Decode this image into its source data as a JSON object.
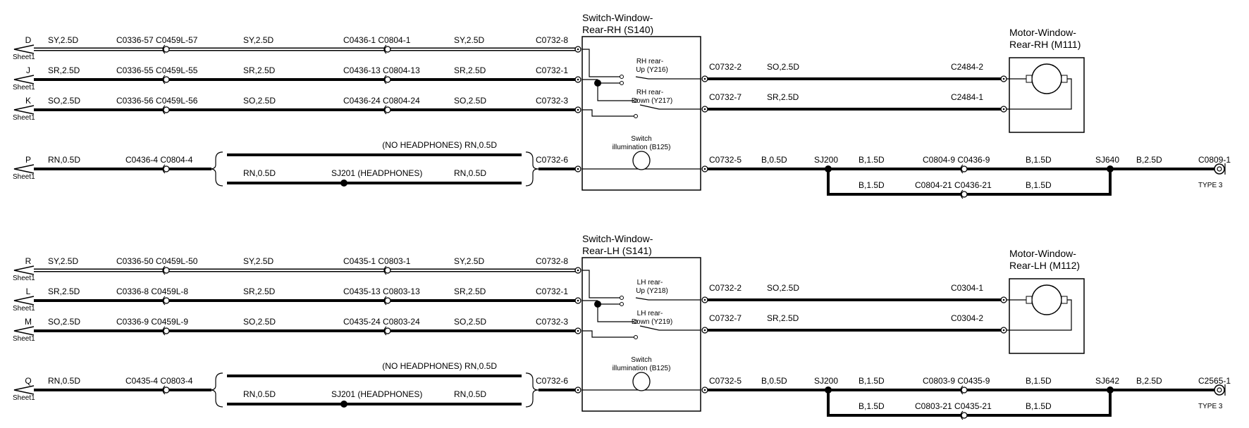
{
  "diagram": {
    "panels": [
      {
        "id": "rh",
        "switch": {
          "title_line1": "Switch-Window-",
          "title_line2": "Rear-RH (S140)",
          "up_label_1": "RH rear-",
          "up_label_2": "Up (Y216)",
          "down_label_1": "RH rear-",
          "down_label_2": "Down (Y217)",
          "illum_label_1": "Switch",
          "illum_label_2": "illumination (B125)"
        },
        "motor": {
          "title_line1": "Motor-Window-",
          "title_line2": "Rear-RH (M111)"
        },
        "rows": [
          {
            "letter": "D",
            "sheet": "Sheet1",
            "wire1": "SY,2.5D",
            "conn1": "C0336-57 C0459L-57",
            "wire2": "SY,2.5D",
            "conn2": "C0436-1 C0804-1",
            "wire3": "SY,2.5D",
            "conn3": "C0732-8"
          },
          {
            "letter": "J",
            "sheet": "Sheet1",
            "wire1": "SR,2.5D",
            "conn1": "C0336-55 C0459L-55",
            "wire2": "SR,2.5D",
            "conn2": "C0436-13 C0804-13",
            "wire3": "SR,2.5D",
            "conn3": "C0732-1"
          },
          {
            "letter": "K",
            "sheet": "Sheet1",
            "wire1": "SO,2.5D",
            "conn1": "C0336-56 C0459L-56",
            "wire2": "SO,2.5D",
            "conn2": "C0436-24 C0804-24",
            "wire3": "SO,2.5D",
            "conn3": "C0732-3"
          }
        ],
        "illum_row": {
          "letter": "P",
          "sheet": "Sheet1",
          "wire1": "RN,0.5D",
          "conn1": "C0436-4 C0804-4",
          "no_hp": "(NO HEADPHONES) RN,0.5D",
          "hp_wire1": "RN,0.5D",
          "hp_splice": "SJ201 (HEADPHONES)",
          "hp_wire2": "RN,0.5D",
          "conn2": "C0732-6"
        },
        "out_up": {
          "conn": "C0732-2",
          "wire": "SO,2.5D",
          "motor_conn": "C2484-2"
        },
        "out_down": {
          "conn": "C0732-7",
          "wire": "SR,2.5D",
          "motor_conn": "C2484-1"
        },
        "ground": {
          "conn": "C0732-5",
          "wire1": "B,0.5D",
          "sj1": "SJ200",
          "wire2": "B,1.5D",
          "conn2": "C0804-9 C0436-9",
          "wire3": "B,1.5D",
          "sj2": "SJ640",
          "wire4": "B,2.5D",
          "end": "C0809-1",
          "type": "TYPE 3",
          "lower_wire1": "B,1.5D",
          "lower_conn": "C0804-21 C0436-21",
          "lower_wire2": "B,1.5D"
        }
      },
      {
        "id": "lh",
        "switch": {
          "title_line1": "Switch-Window-",
          "title_line2": "Rear-LH (S141)",
          "up_label_1": "LH rear-",
          "up_label_2": "Up (Y218)",
          "down_label_1": "LH rear-",
          "down_label_2": "Down (Y219)",
          "illum_label_1": "Switch",
          "illum_label_2": "illumination (B125)"
        },
        "motor": {
          "title_line1": "Motor-Window-",
          "title_line2": "Rear-LH (M112)"
        },
        "rows": [
          {
            "letter": "R",
            "sheet": "Sheet1",
            "wire1": "SY,2.5D",
            "conn1": "C0336-50 C0459L-50",
            "wire2": "SY,2.5D",
            "conn2": "C0435-1 C0803-1",
            "wire3": "SY,2.5D",
            "conn3": "C0732-8"
          },
          {
            "letter": "L",
            "sheet": "Sheet1",
            "wire1": "SR,2.5D",
            "conn1": "C0336-8 C0459L-8",
            "wire2": "SR,2.5D",
            "conn2": "C0435-13 C0803-13",
            "wire3": "SR,2.5D",
            "conn3": "C0732-1"
          },
          {
            "letter": "M",
            "sheet": "Sheet1",
            "wire1": "SO,2.5D",
            "conn1": "C0336-9 C0459L-9",
            "wire2": "SO,2.5D",
            "conn2": "C0435-24 C0803-24",
            "wire3": "SO,2.5D",
            "conn3": "C0732-3"
          }
        ],
        "illum_row": {
          "letter": "Q",
          "sheet": "Sheet1",
          "wire1": "RN,0.5D",
          "conn1": "C0435-4 C0803-4",
          "no_hp": "(NO HEADPHONES) RN,0.5D",
          "hp_wire1": "RN,0.5D",
          "hp_splice": "SJ201 (HEADPHONES)",
          "hp_wire2": "RN,0.5D",
          "conn2": "C0732-6"
        },
        "out_up": {
          "conn": "C0732-2",
          "wire": "SO,2.5D",
          "motor_conn": "C0304-1"
        },
        "out_down": {
          "conn": "C0732-7",
          "wire": "SR,2.5D",
          "motor_conn": "C0304-2"
        },
        "ground": {
          "conn": "C0732-5",
          "wire1": "B,0.5D",
          "sj1": "SJ200",
          "wire2": "B,1.5D",
          "conn2": "C0803-9 C0435-9",
          "wire3": "B,1.5D",
          "sj2": "SJ642",
          "wire4": "B,2.5D",
          "end": "C2565-1",
          "type": "TYPE 3",
          "lower_wire1": "B,1.5D",
          "lower_conn": "C0803-21 C0435-21",
          "lower_wire2": "B,1.5D"
        }
      }
    ]
  }
}
